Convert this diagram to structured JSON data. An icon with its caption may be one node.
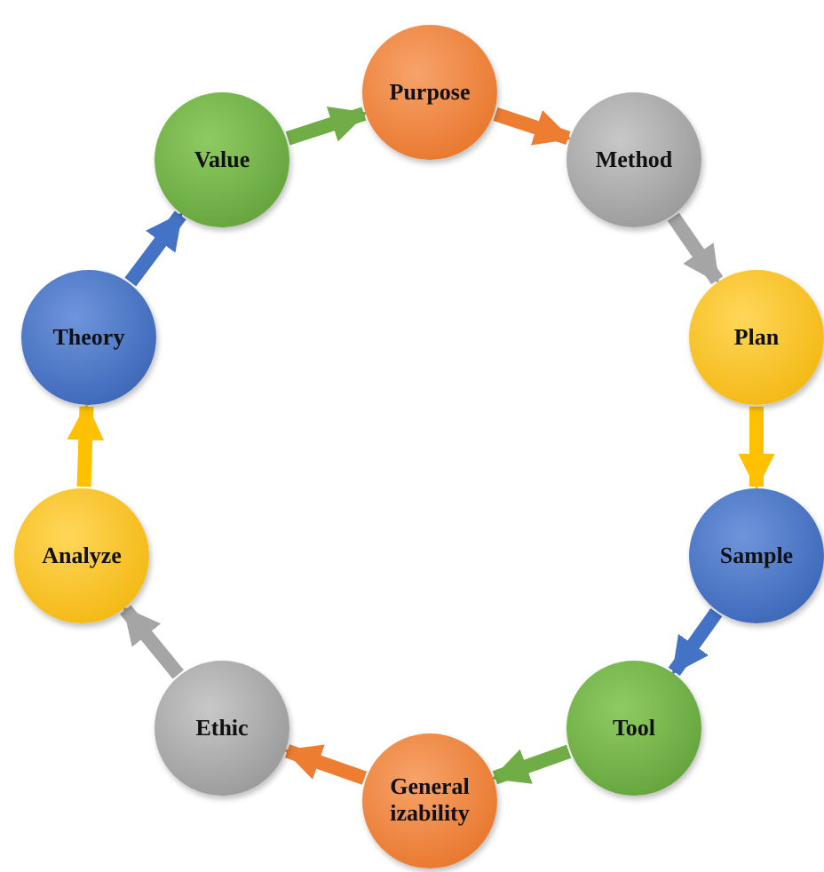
{
  "diagram": {
    "nodes": [
      {
        "text": [
          "Purpose"
        ]
      },
      {
        "text": [
          "Method"
        ]
      },
      {
        "text": [
          "Plan"
        ]
      },
      {
        "text": [
          "Sample"
        ]
      },
      {
        "text": [
          "Tool"
        ]
      },
      {
        "text": [
          "General izability"
        ]
      },
      {
        "text": [
          "Ethic"
        ]
      },
      {
        "text": [
          "Analyze"
        ]
      },
      {
        "text": [
          "Theory"
        ]
      },
      {
        "text": [
          "Value"
        ]
      }
    ],
    "edges": [
      {
        "from": 0,
        "to": 1,
        "arrow": "to",
        "color": "#ed7d31"
      },
      {
        "from": 1,
        "to": 2,
        "arrow": "to",
        "color": "#a5a5a5"
      },
      {
        "from": 2,
        "to": 3,
        "arrow": "to",
        "color": "#ffc000"
      },
      {
        "from": 3,
        "to": 4,
        "arrow": "to",
        "color": "#4472c4"
      },
      {
        "from": 4,
        "to": 5,
        "arrow": "to",
        "color": "#70ad47"
      },
      {
        "from": 5,
        "to": 6,
        "arrow": "to",
        "color": "#ed7d31"
      },
      {
        "from": 6,
        "to": 7,
        "arrow": "to",
        "color": "#a5a5a5"
      },
      {
        "from": 7,
        "to": 8,
        "arrow": "to",
        "color": "#ffc000"
      },
      {
        "from": 8,
        "to": 9,
        "arrow": "to",
        "color": "#4472c4"
      },
      {
        "from": 9,
        "to": 0,
        "arrow": "to",
        "color": "#70ad47"
      }
    ]
  }
}
